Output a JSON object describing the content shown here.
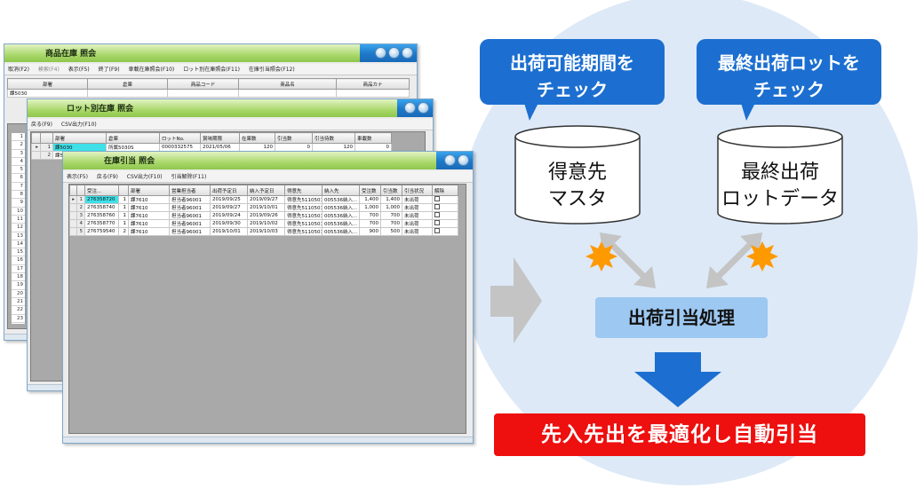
{
  "colors": {
    "circle_bg": "#dde9f7",
    "callout_bg": "#1c6fd0",
    "process_bg": "#9dc8f1",
    "result_bg": "#ee0f0f",
    "arrow_gray": "#c4c4c4",
    "arrow_blue": "#1c6fd0",
    "burst": "#ff9900",
    "selected_cell": "#3fe0e8"
  },
  "windows": {
    "stock": {
      "title": "商品在庫 照会",
      "menu": [
        "取消(F2)",
        "検索(F4)",
        "表示(F5)",
        "終了(F9)",
        "車載在庫照会(F10)",
        "ロット別在庫照会(F11)",
        "在庫引当照会(F12)"
      ],
      "headers": [
        "部署",
        "倉庫",
        "商品コード",
        "商品名",
        "商品カナ"
      ],
      "first_row": "課5030",
      "row_numbers": [
        "1",
        "2",
        "3",
        "4",
        "5",
        "6",
        "7",
        "8",
        "9",
        "10",
        "11",
        "12",
        "13",
        "14",
        "15",
        "16",
        "17",
        "18",
        "19",
        "20",
        "21",
        "22",
        "23"
      ]
    },
    "lot": {
      "title": "ロット別在庫 照会",
      "menu": [
        "戻る(F9)",
        "CSV出力(F10)"
      ],
      "headers": [
        "",
        "",
        "部署",
        "倉庫",
        "ロットNo.",
        "賞味期限",
        "在庫数",
        "引当数",
        "引当待数",
        "車載数"
      ],
      "rows": [
        [
          "▸",
          "1",
          "課5030",
          "所属5030S",
          "0000332575",
          "2021/05/06",
          "120",
          "0",
          "120",
          "0"
        ],
        [
          "",
          "2",
          "課5030",
          "",
          "",
          "",
          "",
          "",
          "",
          ""
        ]
      ]
    },
    "alloc": {
      "title": "在庫引当 照会",
      "menu": [
        "表示(F5)",
        "戻る(F9)",
        "CSV出力(F10)",
        "引当解除(F11)"
      ],
      "headers": [
        "",
        "",
        "受注...",
        "",
        "部署",
        "営業担当者",
        "出荷予定日",
        "納入予定日",
        "得意先",
        "納入先",
        "受注数",
        "引当数",
        "引当状況",
        "解除"
      ],
      "rows": [
        [
          "▸",
          "1",
          "276358720",
          "1",
          "課7610",
          "担当者96001",
          "2019/09/25",
          "2019/09/27",
          "得意先5110501",
          "005536納入...",
          "1,400",
          "1,400",
          "未出荷"
        ],
        [
          "",
          "2",
          "276358740",
          "1",
          "課7610",
          "担当者96001",
          "2019/09/27",
          "2019/10/01",
          "得意先5110501",
          "005536納入...",
          "1,000",
          "1,000",
          "未出荷"
        ],
        [
          "",
          "3",
          "276358760",
          "1",
          "課7610",
          "担当者96001",
          "2019/09/24",
          "2019/09/26",
          "得意先5110501",
          "005536納入...",
          "700",
          "700",
          "未出荷"
        ],
        [
          "",
          "4",
          "276358770",
          "1",
          "課7610",
          "担当者96001",
          "2019/09/30",
          "2019/10/02",
          "得意先5110501",
          "005536納入...",
          "700",
          "700",
          "未出荷"
        ],
        [
          "",
          "5",
          "276759540",
          "2",
          "課7610",
          "担当者96001",
          "2019/10/01",
          "2019/10/03",
          "得意先5110501",
          "005536納入...",
          "900",
          "500",
          "未出荷"
        ]
      ]
    }
  },
  "diagram": {
    "callout_left": "出荷可能期間を\nチェック",
    "callout_right": "最終出荷ロットを\nチェック",
    "db_left": "得意先\nマスタ",
    "db_right": "最終出荷\nロットデータ",
    "process": "出荷引当処理",
    "result": "先入先出を最適化し自動引当"
  }
}
